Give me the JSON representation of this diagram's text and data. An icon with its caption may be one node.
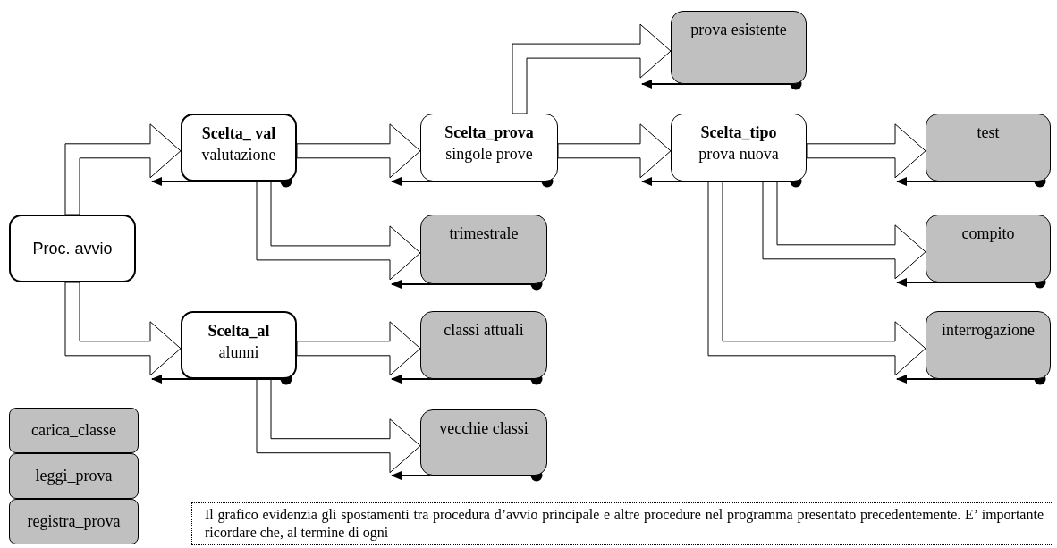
{
  "diagram": {
    "nodes": [
      {
        "text": [
          "Proc. avvio"
        ]
      },
      {
        "text": [
          "Scelta_ val",
          "valutazione"
        ]
      },
      {
        "text": [
          "Scelta_prova",
          "singole prove"
        ]
      },
      {
        "text": [
          "prova esistente"
        ]
      },
      {
        "text": [
          "Scelta_tipo",
          "prova nuova"
        ]
      },
      {
        "text": [
          "test"
        ]
      },
      {
        "text": [
          "trimestrale"
        ]
      },
      {
        "text": [
          "compito"
        ]
      },
      {
        "text": [
          "Scelta_al",
          "alunni"
        ]
      },
      {
        "text": [
          "classi attuali"
        ]
      },
      {
        "text": [
          "interrogazione"
        ]
      },
      {
        "text": [
          "vecchie classi"
        ]
      },
      {
        "text": [
          "carica_classe"
        ]
      },
      {
        "text": [
          "leggi_prova"
        ]
      },
      {
        "text": [
          "registra_prova"
        ]
      }
    ],
    "edges": [
      {
        "from": 0,
        "to": 1,
        "arrow": "to",
        "style": "thick"
      },
      {
        "from": 0,
        "to": 8,
        "arrow": "to",
        "style": "thick"
      },
      {
        "from": 1,
        "to": 2,
        "arrow": "to",
        "style": "thick"
      },
      {
        "from": 1,
        "to": 6,
        "arrow": "to",
        "style": "thick"
      },
      {
        "from": 2,
        "to": 3,
        "arrow": "to",
        "style": "thick"
      },
      {
        "from": 2,
        "to": 4,
        "arrow": "to",
        "style": "thick"
      },
      {
        "from": 4,
        "to": 5,
        "arrow": "to",
        "style": "thick"
      },
      {
        "from": 4,
        "to": 7,
        "arrow": "to",
        "style": "thick"
      },
      {
        "from": 4,
        "to": 10,
        "arrow": "to",
        "style": "thick"
      },
      {
        "from": 8,
        "to": 9,
        "arrow": "to",
        "style": "thick"
      },
      {
        "from": 8,
        "to": 11,
        "arrow": "to",
        "style": "thick"
      },
      {
        "from": 1,
        "to": null,
        "arrow": "to"
      },
      {
        "from": 2,
        "to": null,
        "arrow": "to"
      },
      {
        "from": 3,
        "to": null,
        "arrow": "to"
      },
      {
        "from": 4,
        "to": null,
        "arrow": "to"
      },
      {
        "from": 5,
        "to": null,
        "arrow": "to"
      },
      {
        "from": 6,
        "to": null,
        "arrow": "to"
      },
      {
        "from": 7,
        "to": null,
        "arrow": "to"
      },
      {
        "from": 8,
        "to": null,
        "arrow": "to"
      },
      {
        "from": 9,
        "to": null,
        "arrow": "to"
      },
      {
        "from": 10,
        "to": null,
        "arrow": "to"
      },
      {
        "from": 11,
        "to": null,
        "arrow": "to"
      }
    ],
    "labels": [
      "Il grafico evidenzia gli spostamenti tra procedura d’avvio principale e altre procedure nel programma presentato precedentemente. E’ importante ricordare che, al termine di ogni"
    ]
  }
}
